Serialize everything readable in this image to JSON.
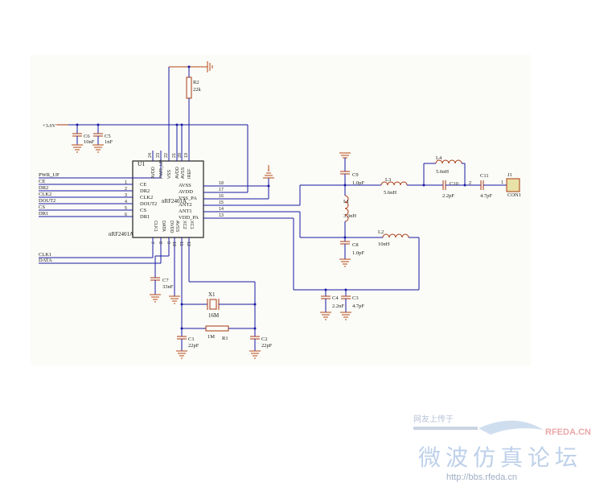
{
  "supply_label": "+3.6V",
  "chip": {
    "ref": "U1",
    "name": "nRF2401A",
    "part": "nRF2401A",
    "left_pins": [
      "CE",
      "DR2",
      "CLK2",
      "DOUT2",
      "CS",
      "DR1"
    ],
    "left_nums": [
      "1",
      "2",
      "3",
      "4",
      "5",
      "6"
    ],
    "right_pins": [
      "AVSS",
      "AVDD",
      "VSS_PA",
      "ANT2",
      "ANT1",
      "VDD_PA"
    ],
    "right_nums": [
      "18",
      "17",
      "16",
      "15",
      "14",
      "13"
    ],
    "top_pins": [
      "AVDD",
      "PWR_UP",
      "VSS",
      "AVDD",
      "AVSS",
      "IREF"
    ],
    "top_nums": [
      "24",
      "23",
      "22",
      "21",
      "20",
      "19"
    ],
    "bottom_pins": [
      "CLK1",
      "DATA",
      "DVDD",
      "AVSS",
      "XC2",
      "XC1"
    ],
    "bottom_nums": [
      "7",
      "8",
      "9",
      "10",
      "11",
      "12"
    ]
  },
  "nets": [
    "PWR_UP",
    "CE",
    "DR2",
    "CLK2",
    "DOUT2",
    "CS",
    "DR1",
    "CLK1",
    "DATA"
  ],
  "parts": {
    "r2": {
      "ref": "R2",
      "val": "22k"
    },
    "c6": {
      "ref": "C6",
      "val": "10nF"
    },
    "c5": {
      "ref": "C5",
      "val": "1nF"
    },
    "c7": {
      "ref": "C7",
      "val": "33nF"
    },
    "x1": {
      "ref": "X1",
      "val": "16M"
    },
    "r1": {
      "ref": "R1",
      "val": "1M"
    },
    "c1": {
      "ref": "C1",
      "val": "22pF"
    },
    "c2": {
      "ref": "C2",
      "val": "22pF"
    },
    "c9": {
      "ref": "C9",
      "val": "1.0pF"
    },
    "c8": {
      "ref": "C8",
      "val": "1.0pF"
    },
    "l1": {
      "ref": "L1",
      "val": "3.3nH"
    },
    "l3": {
      "ref": "L3",
      "val": "5.6nH"
    },
    "l4": {
      "ref": "L4",
      "val": "5.6nH"
    },
    "l2": {
      "ref": "L2",
      "val": "10nH"
    },
    "c10": {
      "ref": "C10",
      "val": "2.2pF"
    },
    "c11": {
      "ref": "C11",
      "val": "4.7pF"
    },
    "c4": {
      "ref": "C4",
      "val": "2.2nF"
    },
    "c3": {
      "ref": "C3",
      "val": "4.7pF"
    },
    "j1": {
      "ref": "J1",
      "val": "CON1",
      "pin": "1",
      "pin2": "2"
    }
  },
  "watermark": {
    "slogan": "网友上传于",
    "brand": "RFEDA.CN",
    "title": "微波仿真论坛",
    "url": "http://bbs.rfeda.cn"
  }
}
